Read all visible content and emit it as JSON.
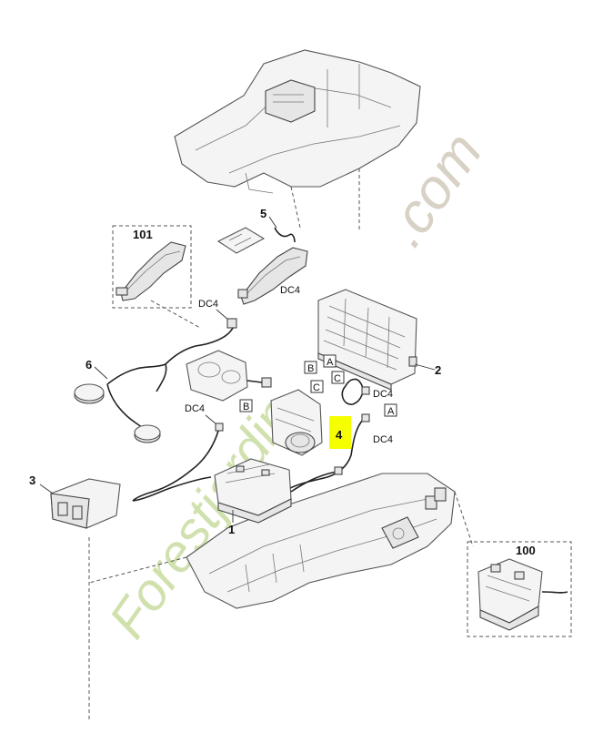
{
  "diagram": {
    "part_labels": {
      "p1": "1",
      "p2": "2",
      "p3": "3",
      "p4": "4",
      "p5": "5",
      "p6": "6",
      "p100": "100",
      "p101": "101"
    },
    "dc4_label": "DC4",
    "connector_letters": {
      "a": "A",
      "b": "B",
      "c": "C"
    },
    "highlight_color": "#f5ff00",
    "watermark": {
      "left_text": "Forestjardin",
      "right_text": ".com",
      "green": "#c8dca0",
      "orange": "#f2c35a",
      "gray": "#d2cabd"
    }
  }
}
